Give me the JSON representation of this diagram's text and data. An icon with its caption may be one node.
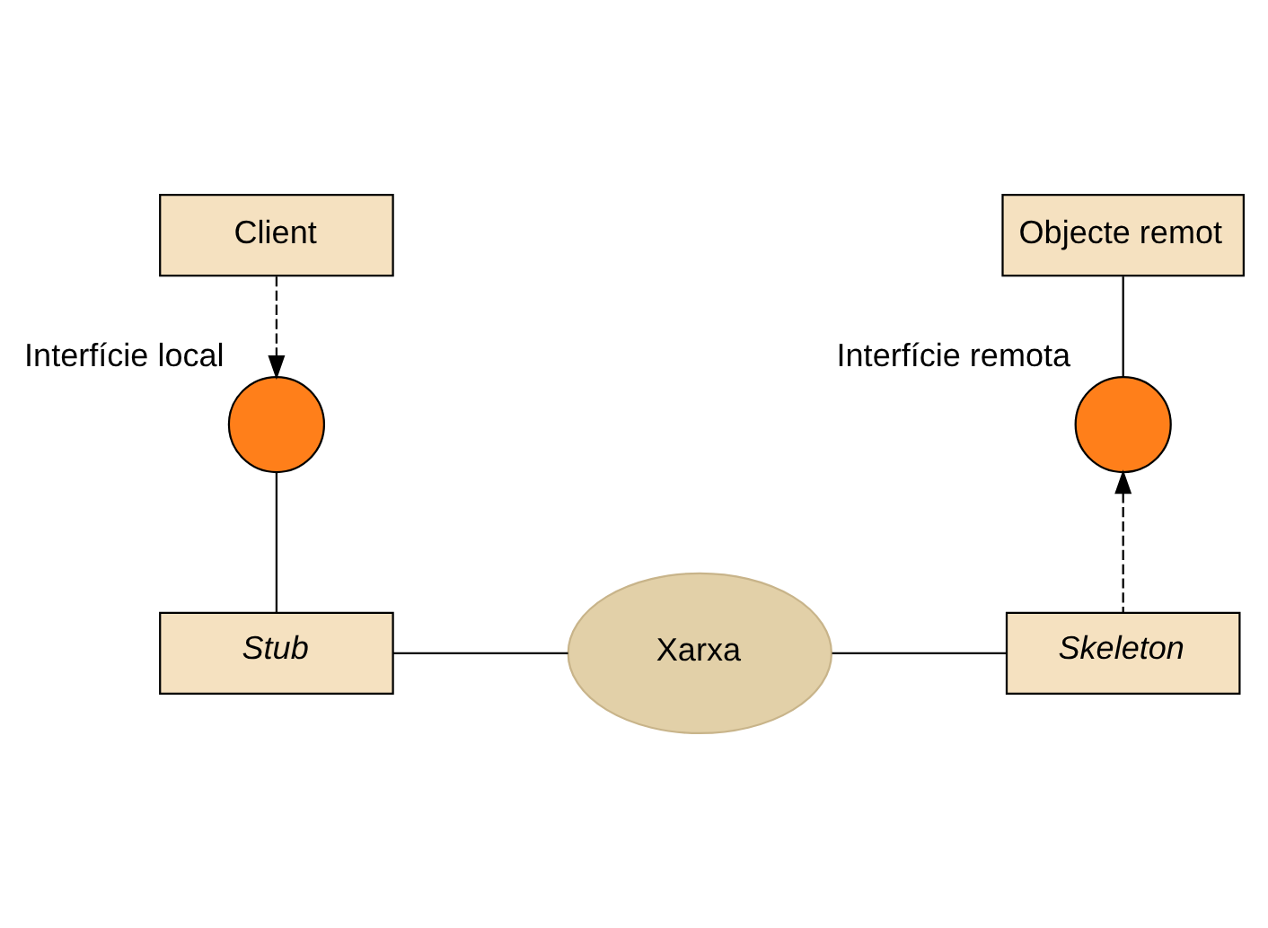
{
  "diagram": {
    "nodes": [
      {
        "text": [
          "Client"
        ]
      },
      {
        "text": [
          "Objecte remot"
        ]
      },
      {
        "text": [],
        "shape": "circle",
        "beside": [
          "Interfície remota"
        ]
      },
      {
        "text": [],
        "shape": "circle",
        "beside": [
          "Interfície local"
        ]
      },
      {
        "text": [
          "Stub"
        ]
      },
      {
        "text": [
          "Xarxa"
        ]
      },
      {
        "text": [
          "Skeleton"
        ]
      }
    ],
    "edges": [
      {
        "from": 0,
        "to": 3,
        "arrow": "to",
        "style": "dashed"
      },
      {
        "from": 1,
        "to": 2,
        "arrow": "none"
      },
      {
        "from": 3,
        "to": 4,
        "arrow": "none"
      },
      {
        "from": 4,
        "to": 5,
        "arrow": "none"
      },
      {
        "from": 5,
        "to": 6,
        "arrow": "none"
      },
      {
        "from": 6,
        "to": 2,
        "arrow": "to",
        "style": "dashed"
      }
    ]
  }
}
